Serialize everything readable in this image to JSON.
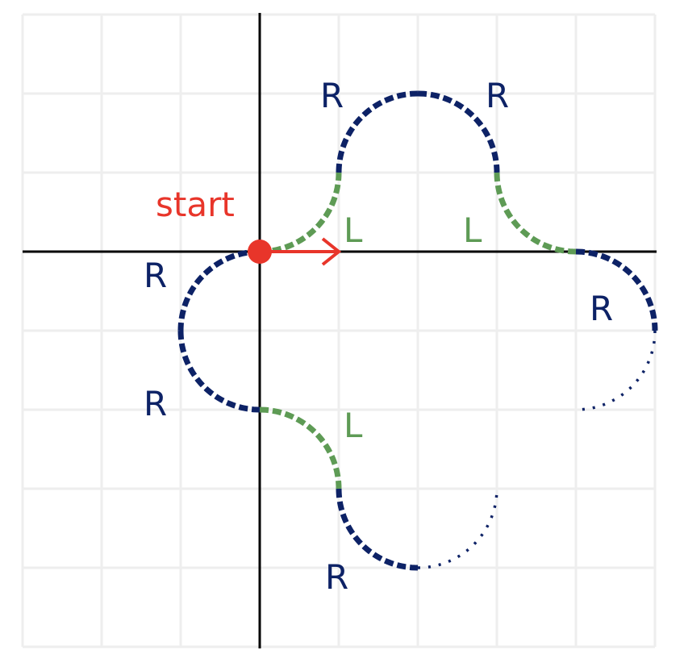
{
  "diagram": {
    "grid": {
      "xmin": -3,
      "xmax": 5,
      "ymin": -5,
      "ymax": 3
    },
    "colors": {
      "right": "#0d2266",
      "left": "#5e9b55",
      "start": "#e8352a",
      "axis": "#000000",
      "grid": "#eeeeee"
    },
    "start_label": "start",
    "arcs": [
      {
        "type": "L",
        "style": "thick",
        "center": [
          0,
          1
        ],
        "from": -90,
        "to": 0
      },
      {
        "type": "R",
        "style": "thick",
        "center": [
          2,
          1
        ],
        "from": 180,
        "to": 90
      },
      {
        "type": "R",
        "style": "thick",
        "center": [
          2,
          1
        ],
        "from": 90,
        "to": 0
      },
      {
        "type": "L",
        "style": "thick",
        "center": [
          4,
          1
        ],
        "from": 180,
        "to": 270
      },
      {
        "type": "R",
        "style": "thick",
        "center": [
          4,
          -1
        ],
        "from": 90,
        "to": 0
      },
      {
        "type": "R",
        "style": "thin",
        "center": [
          4,
          -1
        ],
        "from": 0,
        "to": -90
      },
      {
        "type": "R",
        "style": "thick",
        "center": [
          0,
          -1
        ],
        "from": 90,
        "to": 180
      },
      {
        "type": "R",
        "style": "thick",
        "center": [
          0,
          -1
        ],
        "from": 180,
        "to": 270
      },
      {
        "type": "L",
        "style": "thick",
        "center": [
          0,
          -3
        ],
        "from": 90,
        "to": 0
      },
      {
        "type": "R",
        "style": "thick",
        "center": [
          2,
          -3
        ],
        "from": 180,
        "to": 270
      },
      {
        "type": "R",
        "style": "thin",
        "center": [
          2,
          -3
        ],
        "from": 270,
        "to": 360
      }
    ],
    "labels": [
      "R",
      "R",
      "L",
      "L",
      "R",
      "R",
      "R",
      "L",
      "R"
    ]
  }
}
